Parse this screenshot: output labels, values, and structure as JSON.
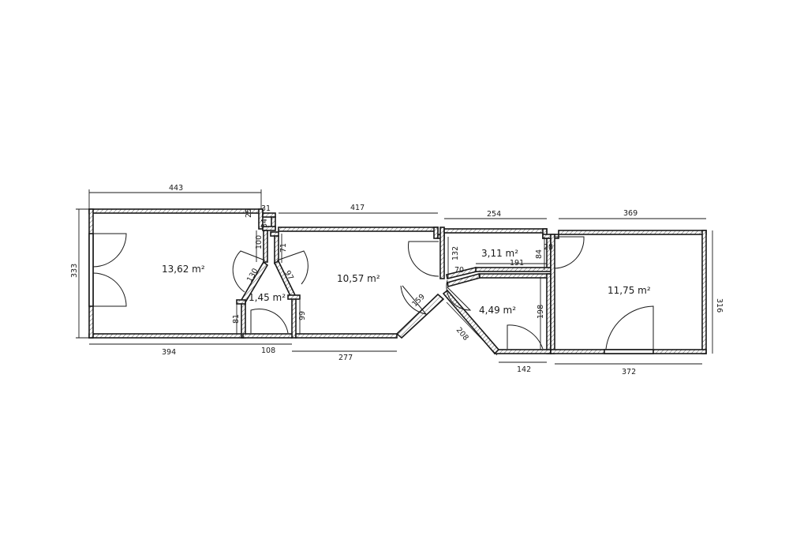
{
  "rooms": [
    {
      "area": "13,62 m²"
    },
    {
      "area": "1,45 m²"
    },
    {
      "area": "10,57 m²"
    },
    {
      "area": "3,11 m²"
    },
    {
      "area": "4,49 m²"
    },
    {
      "area": "11,75 m²"
    }
  ],
  "dimensions": [
    "443",
    "333",
    "394",
    "25",
    "31",
    "34",
    "100",
    "71",
    "130",
    "97",
    "81",
    "108",
    "99",
    "417",
    "277",
    "159",
    "132",
    "70",
    "254",
    "191",
    "84",
    "28",
    "369",
    "316",
    "208",
    "198",
    "142",
    "372"
  ]
}
